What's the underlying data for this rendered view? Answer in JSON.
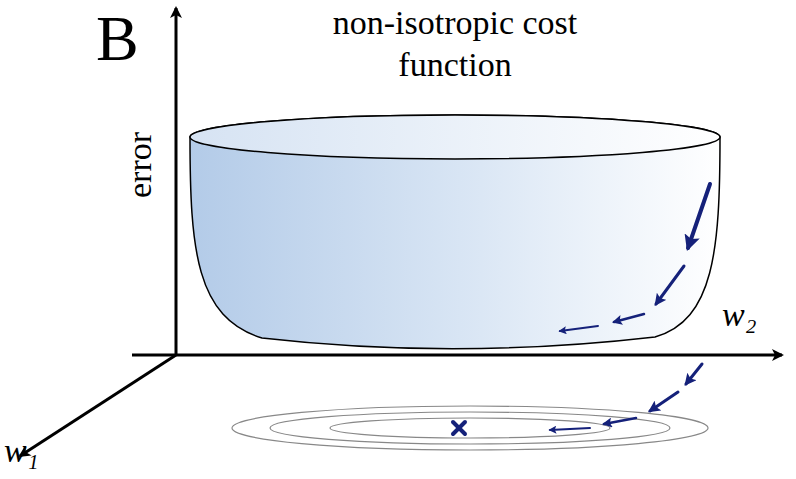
{
  "diagram": {
    "title": "non-isotropic cost function",
    "labels": [
      "B",
      "error",
      "w₂",
      "w₁"
    ]
  }
}
